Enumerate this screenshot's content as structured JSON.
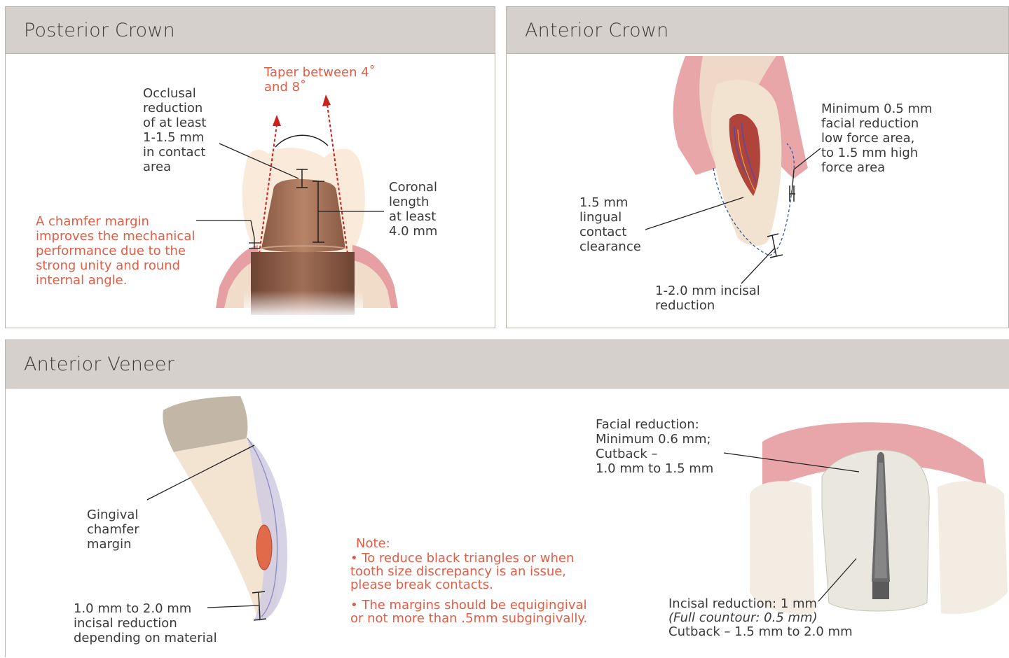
{
  "panels": {
    "posterior": {
      "title": "Posterior Crown",
      "taper": "Taper between 4˚\nand 8˚",
      "occlusal": "Occlusal\nreduction\nof at least\n1-1.5 mm\nin contact\narea",
      "coronal": "Coronal\nlength\nat least\n4.0 mm",
      "chamfer": "A chamfer margin\nimproves the mechanical\nperformance due to the\nstrong unity and round\ninternal angle."
    },
    "anterior_crown": {
      "title": "Anterior Crown",
      "facial": "Minimum 0.5 mm\nfacial reduction\nlow force area,\nto 1.5 mm high\nforce area",
      "lingual": "1.5 mm\nlingual\ncontact\nclearance",
      "incisal": "1-2.0 mm incisal\nreduction"
    },
    "veneer": {
      "title": "Anterior Veneer",
      "gingival": "Gingival\nchamfer\nmargin",
      "incisal": "1.0 mm to 2.0 mm\nincisal reduction\ndepending on material",
      "note_title": "Note:",
      "note_items": [
        "• To reduce black triangles or when\ntooth size discrepancy is an issue,\nplease break contacts.",
        "• The margins should be equigingival\nor not more than .5mm subgingivally."
      ],
      "facial": "Facial reduction:\nMinimum 0.6 mm;\nCutback –\n1.0 mm to 1.5 mm",
      "incisal_right_1": "Incisal reduction: 1 mm",
      "incisal_right_2": "(Full countour: 0.5 mm)",
      "incisal_right_3": "Cutback – 1.5 mm to 2.0 mm"
    }
  },
  "colors": {
    "header_bg": "#d6d0cc",
    "accent_red": "#e15d45",
    "gum": "#e7a3a6",
    "tooth": "#f3e6d6",
    "prep": "#a7765e"
  }
}
